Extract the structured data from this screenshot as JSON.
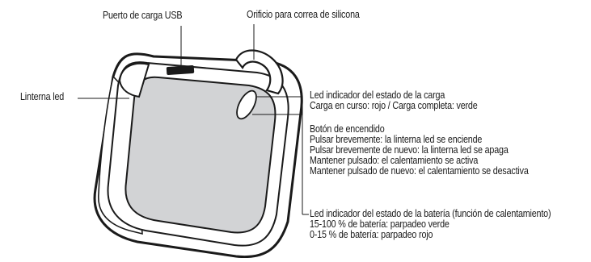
{
  "labels": {
    "usb_port": "Puerto de carga USB",
    "strap_hole": "Orificio para correa de silicona",
    "flashlight": "Linterna led",
    "charge_led": {
      "title": "Led indicador del estado de la carga",
      "line1": "Carga en curso: rojo / Carga completa: verde"
    },
    "power_button": {
      "title": "Botón de encendido",
      "line1": "Pulsar brevemente: la linterna led se enciende",
      "line2": "Pulsar brevemente de nuevo: la linterna led se apaga",
      "line3": "Mantener pulsado: el calentamiento se activa",
      "line4": "Mantener pulsado de nuevo: el calentamiento se desactiva"
    },
    "battery_led": {
      "title": "Led indicador del estado de la batería (función de calentamiento)",
      "line1": "15-100 % de batería: parpadeo verde",
      "line2": "0-15 % de batería: parpadeo rojo"
    }
  }
}
